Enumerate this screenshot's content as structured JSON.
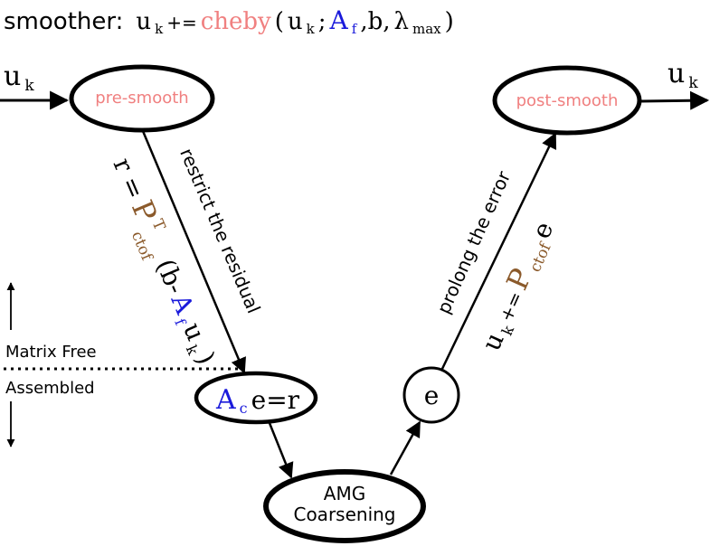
{
  "title": {
    "prefix": "smoother:",
    "u": "u",
    "k": "k",
    "plus_eq": "+=",
    "cheby": "cheby",
    "open": "(",
    "semi": ";",
    "A": "A",
    "f": "f",
    "comma_b": ",b,",
    "lambda": "λ",
    "max": "max",
    "close": ")"
  },
  "nodes": {
    "pre_smooth": "pre-smooth",
    "post_smooth": "post-smooth",
    "coarse_solve": {
      "A": "A",
      "c": "c",
      "rest": "e=r"
    },
    "error": "e",
    "amg_line1": "AMG",
    "amg_line2": "Coarsening"
  },
  "io": {
    "input": {
      "u": "u",
      "k": "k"
    },
    "output": {
      "u": "u",
      "k": "k"
    }
  },
  "edges": {
    "restrict": "restrict the residual",
    "prolong": "prolong the error"
  },
  "formulas": {
    "restrict": {
      "r_eq": "r =",
      "P": "P",
      "T": "T",
      "ctof": "ctof",
      "open": "(b-",
      "A": "A",
      "f": "f",
      "u": "u",
      "k": "k",
      "close": ")"
    },
    "prolong": {
      "u": "u",
      "k": "k",
      "plus_eq": "+=",
      "P": "P",
      "ctof": "ctof",
      "e": " e"
    }
  },
  "legend": {
    "matrix_free": "Matrix Free",
    "assembled": "Assembled"
  },
  "colors": {
    "smoother": "#f08080",
    "matrix": "#1a1adb",
    "prolongator": "#8b5a2b"
  }
}
